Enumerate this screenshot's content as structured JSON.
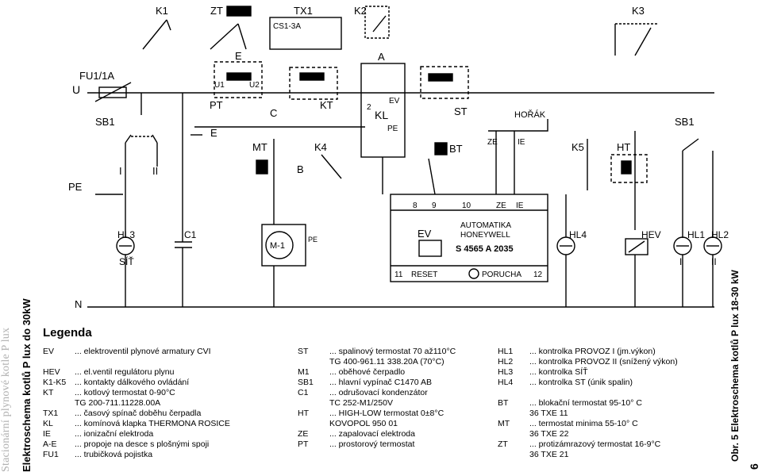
{
  "side_title": "Stacionární plynové kotle P lux",
  "side_title_bold": "Elektroschema kotlů P lux do 30kW",
  "right_caption": "Obr. 5 Elektroschema kotlů P lux 18-30 kW",
  "page_number": "6",
  "diagram": {
    "labels": {
      "K1": "K1",
      "ZT": "ZT",
      "TX1": "TX1",
      "K2": "K2",
      "K3": "K3",
      "CS13A": "CS1-3A",
      "E": "E",
      "A": "A",
      "FU1": "FU1/1A",
      "U": "U",
      "SB1": "SB1",
      "PE": "PE",
      "N": "N",
      "PT": "PT",
      "C": "C",
      "KT": "KT",
      "KL": "KL",
      "ST": "ST",
      "EV": "EV",
      "HORAK": "HOŘÁK",
      "ZE": "ZE",
      "IE": "IE",
      "BT": "BT",
      "MT": "MT",
      "K4": "K4",
      "B": "B",
      "K5": "K5",
      "HT": "HT",
      "SB1_5": "SB1",
      "HL3": "HL3",
      "SIT": "SÍŤ",
      "C1": "C1",
      "M1": "M-1",
      "HL4": "HL4",
      "HEV": "HEV",
      "HL1": "HL1",
      "HL2": "HL2",
      "I": "I",
      "II": "II",
      "AUT_LINE1": "AUTOMATIKA",
      "AUT_LINE2": "HONEYWELL",
      "AUT_MODEL": "S 4565 A 2035",
      "RESET": "RESET",
      "PORUCHA": "PORUCHA",
      "U1": "U1",
      "U2": "U2"
    }
  },
  "legend": {
    "title": "Legenda",
    "col1": [
      {
        "code": "EV",
        "desc": "... elektroventil plynové armatury CVI"
      },
      {
        "code": "",
        "desc": ""
      },
      {
        "code": "HEV",
        "desc": "... el.ventil regulátoru plynu"
      },
      {
        "code": "K1-K5",
        "desc": "... kontakty dálkového ovládání"
      },
      {
        "code": "KT",
        "desc": "... kotlový termostat 0-90°C"
      },
      {
        "code": "",
        "desc": "TG 200-711.11228.00A"
      },
      {
        "code": "TX1",
        "desc": "... časový spínač doběhu čerpadla"
      },
      {
        "code": "KL",
        "desc": "... komínová klapka THERMONA ROSICE"
      },
      {
        "code": "IE",
        "desc": "... ionizační elektroda"
      },
      {
        "code": "A-E",
        "desc": "... propoje na desce s plošnými spoji"
      },
      {
        "code": "FU1",
        "desc": "... trubičková pojistka"
      }
    ],
    "col2": [
      {
        "code": "ST",
        "desc": "... spalinový termostat 70 až110°C"
      },
      {
        "code": "",
        "desc": "TG 400-961.11 338.20A (70°C)"
      },
      {
        "code": "M1",
        "desc": "... oběhové čerpadlo"
      },
      {
        "code": "SB1",
        "desc": "... hlavní vypínač C1470 AB"
      },
      {
        "code": "C1",
        "desc": "... odrušovací kondenzátor"
      },
      {
        "code": "",
        "desc": "TC 252-M1/250V"
      },
      {
        "code": "HT",
        "desc": "... HIGH-LOW termostat 0±8°C"
      },
      {
        "code": "",
        "desc": "KOVOPOL 950 01"
      },
      {
        "code": "ZE",
        "desc": "... zapalovací elektroda"
      },
      {
        "code": "PT",
        "desc": "... prostorový termostat"
      }
    ],
    "col3": [
      {
        "code": "HL1",
        "desc": "... kontrolka PROVOZ I (jm.výkon)"
      },
      {
        "code": "HL2",
        "desc": "... kontrolka PROVOZ II (snížený výkon)"
      },
      {
        "code": "HL3",
        "desc": "... kontrolka SÍŤ"
      },
      {
        "code": "HL4",
        "desc": "... kontrolka ST (únik spalin)"
      },
      {
        "code": "",
        "desc": ""
      },
      {
        "code": "BT",
        "desc": "... blokační termostat 95-10° C"
      },
      {
        "code": "",
        "desc": "36 TXE 11"
      },
      {
        "code": "MT",
        "desc": "... termostat minima 55-10° C"
      },
      {
        "code": "",
        "desc": "36 TXE 22"
      },
      {
        "code": "ZT",
        "desc": "... protizámrazový termostat 16-9°C"
      },
      {
        "code": "",
        "desc": "36 TXE 21"
      }
    ]
  }
}
